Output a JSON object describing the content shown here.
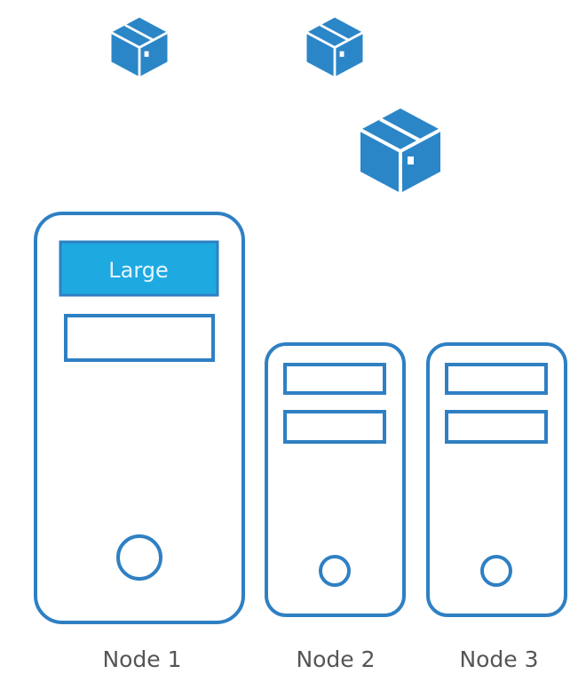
{
  "colors": {
    "outline": "#2f80c3",
    "highlight": "#1ea9e1",
    "box": "#2b86c8",
    "label": "#555555"
  },
  "packages": [
    {
      "icon": "package-icon",
      "size": "small"
    },
    {
      "icon": "package-icon",
      "size": "small"
    },
    {
      "icon": "package-icon",
      "size": "large"
    }
  ],
  "nodes": [
    {
      "label": "Node 1",
      "slot_label": "Large"
    },
    {
      "label": "Node 2"
    },
    {
      "label": "Node 3"
    }
  ]
}
